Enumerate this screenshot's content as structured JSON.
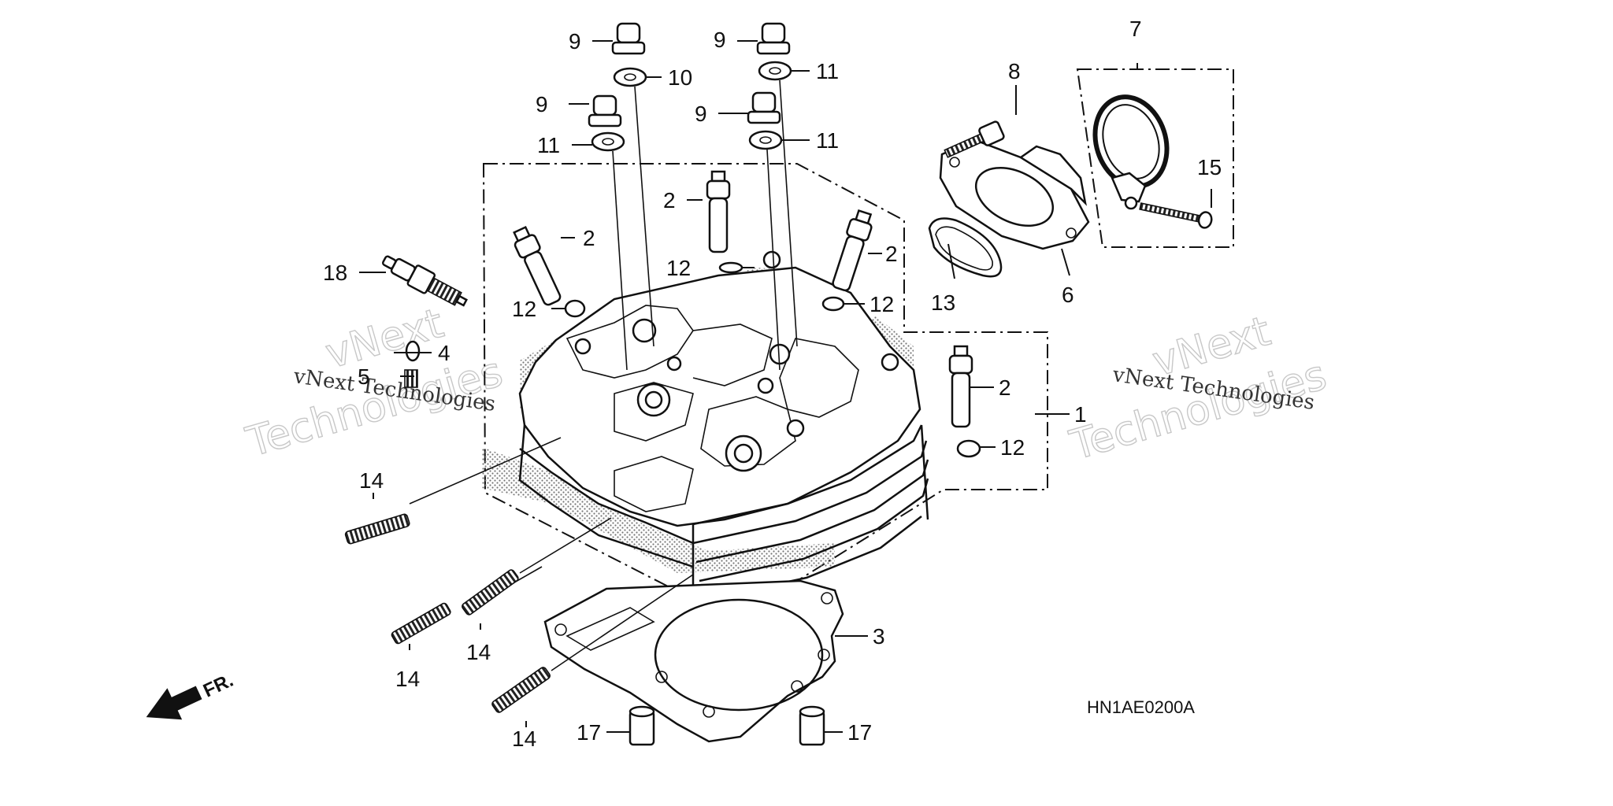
{
  "diagram": {
    "code": "HN1AE0200A",
    "direction_label": "FR.",
    "watermark_main": [
      "vNext",
      "Technologies"
    ],
    "watermark_line": "vNext Technologies",
    "callouts": [
      "1",
      "2",
      "2",
      "2",
      "2",
      "3",
      "4",
      "5",
      "6",
      "7",
      "8",
      "9",
      "9",
      "9",
      "9",
      "10",
      "11",
      "11",
      "11",
      "12",
      "12",
      "12",
      "12",
      "13",
      "14",
      "14",
      "14",
      "14",
      "15",
      "17",
      "17",
      "18"
    ]
  }
}
